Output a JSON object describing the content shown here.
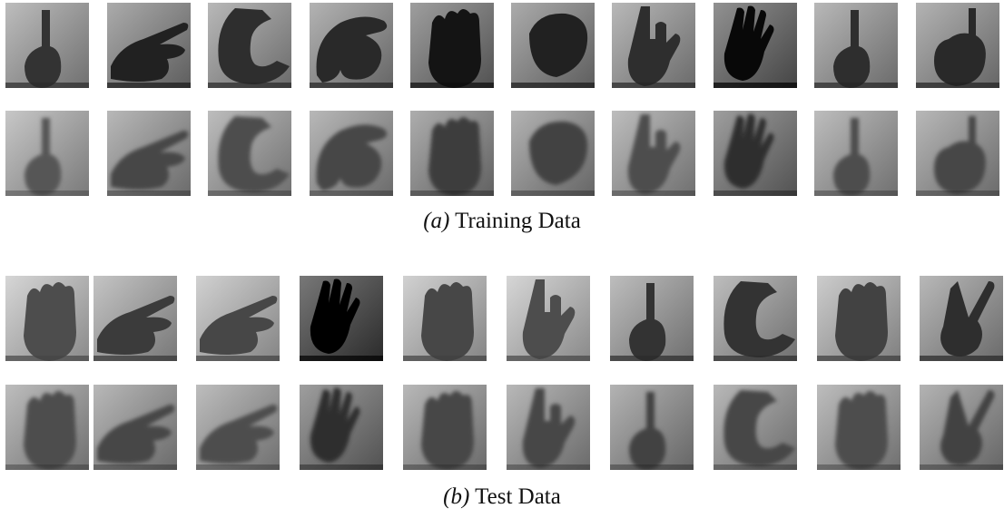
{
  "figure": {
    "panels": [
      {
        "id": "training",
        "label": "(a)",
        "caption": "Training Data",
        "rows": [
          {
            "kind": "original",
            "shapes": [
              "point",
              "sideways",
              "c",
              "o",
              "fist",
              "blob",
              "rock",
              "four",
              "point",
              "fistup"
            ],
            "tones": [
              0.62,
              0.55,
              0.6,
              0.58,
              0.5,
              0.55,
              0.6,
              0.45,
              0.6,
              0.58
            ]
          },
          {
            "kind": "reconstruction",
            "shapes": [
              "point",
              "sideways",
              "c",
              "o",
              "fist",
              "blob",
              "rock",
              "four",
              "point",
              "fistup"
            ],
            "tones": [
              0.66,
              0.6,
              0.62,
              0.6,
              0.56,
              0.58,
              0.62,
              0.5,
              0.62,
              0.6
            ]
          }
        ]
      },
      {
        "id": "test",
        "label": "(b)",
        "caption": "Test Data",
        "rows": [
          {
            "kind": "original",
            "shapes": [
              "fist",
              "sideways",
              "sideways",
              "four",
              "fist",
              "rock",
              "point",
              "c",
              "fist",
              "vee"
            ],
            "tones": [
              0.72,
              0.65,
              0.7,
              0.35,
              0.7,
              0.72,
              0.62,
              0.62,
              0.68,
              0.6
            ]
          },
          {
            "kind": "reconstruction",
            "shapes": [
              "fist",
              "sideways",
              "sideways",
              "four",
              "fist",
              "rock",
              "point",
              "c",
              "fist",
              "vee"
            ],
            "tones": [
              0.62,
              0.6,
              0.62,
              0.5,
              0.6,
              0.6,
              0.58,
              0.6,
              0.62,
              0.58
            ]
          }
        ]
      }
    ]
  }
}
